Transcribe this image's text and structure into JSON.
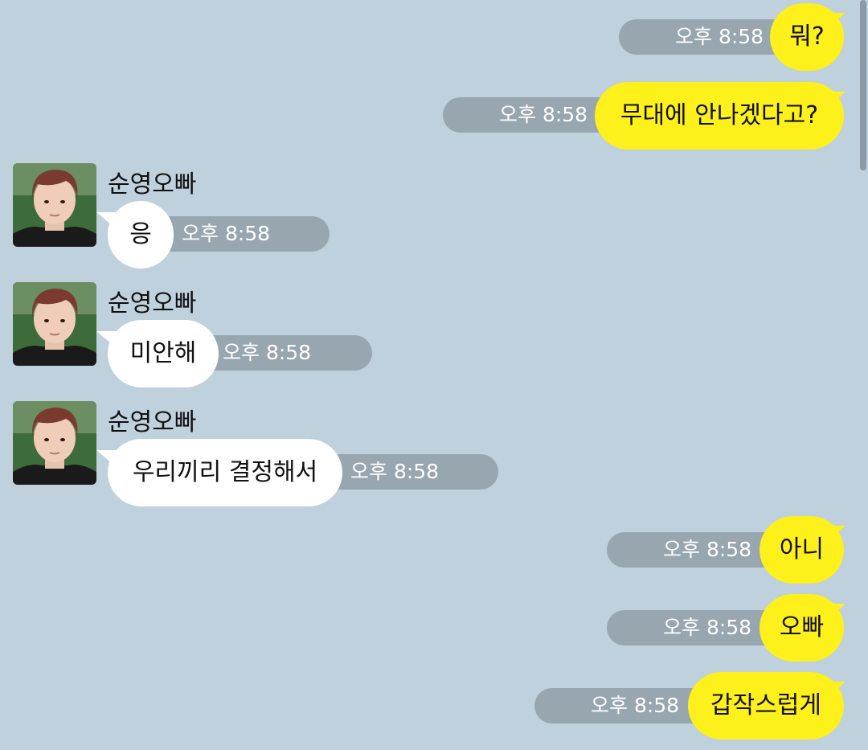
{
  "chat": {
    "sender_name": "순영오빠",
    "time": "오후 8:58",
    "messages": [
      {
        "from": "me",
        "text": "뭐?"
      },
      {
        "from": "me",
        "text": "무대에 안나겠다고?"
      },
      {
        "from": "other",
        "text": "응"
      },
      {
        "from": "other",
        "text": "미안해"
      },
      {
        "from": "other",
        "text": "우리끼리 결정해서"
      },
      {
        "from": "me",
        "text": "아니"
      },
      {
        "from": "me",
        "text": "오빠"
      },
      {
        "from": "me",
        "text": "갑작스럽게"
      }
    ]
  },
  "colors": {
    "background": "#bfd1dc",
    "my_bubble": "#fef01b",
    "their_bubble": "#ffffff",
    "time_pill": "#98a6b0"
  }
}
